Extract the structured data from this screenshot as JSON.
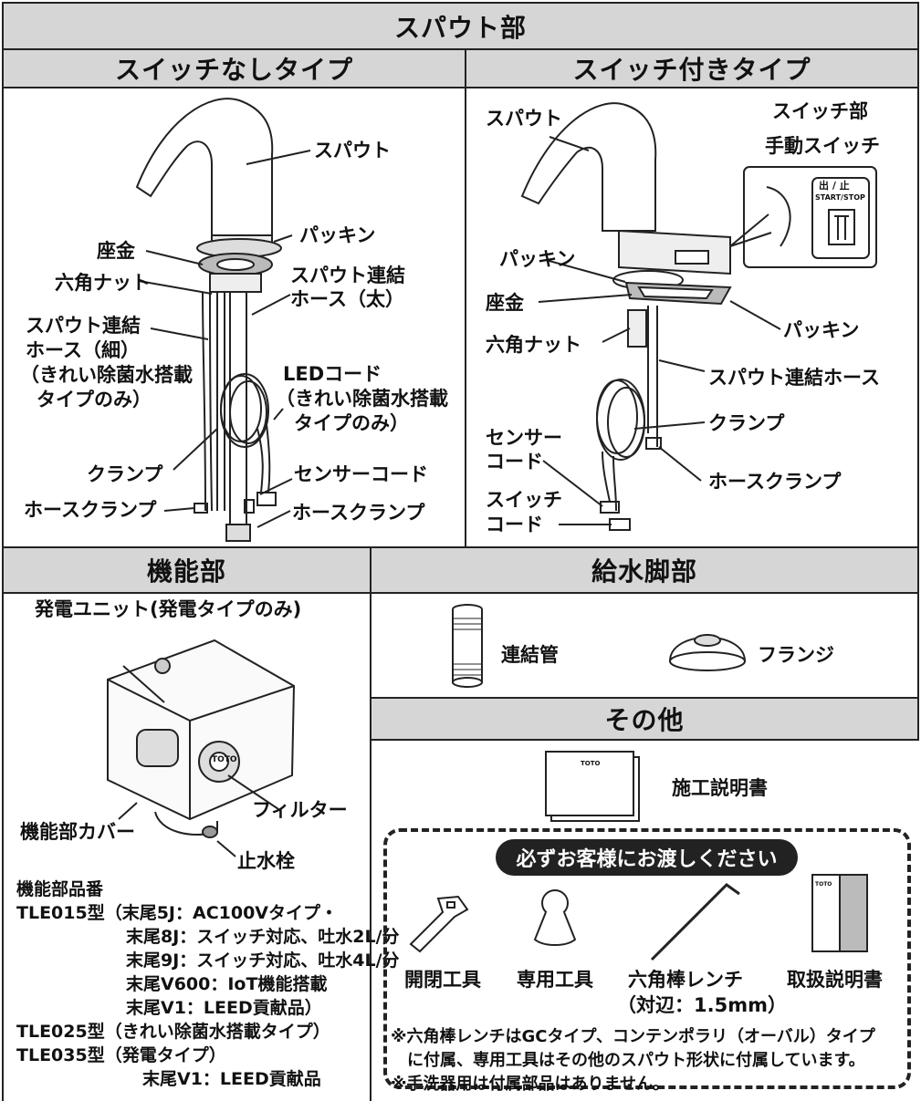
{
  "headers": {
    "spout": "スパウト部",
    "no_switch": "スイッチなしタイプ",
    "with_switch": "スイッチ付きタイプ",
    "function": "機能部",
    "supply": "給水脚部",
    "other": "その他"
  },
  "no_switch_labels": {
    "spout": "スパウト",
    "packing": "パッキン",
    "washer": "座金",
    "hex_nut": "六角ナット",
    "hose_thick_1": "スパウト連結",
    "hose_thick_2": "ホース（太）",
    "hose_thin_1": "スパウト連結",
    "hose_thin_2": "ホース（細）",
    "hose_thin_3": "（きれい除菌水搭載",
    "hose_thin_4": "タイプのみ）",
    "led_1": "LEDコード",
    "led_2": "（きれい除菌水搭載",
    "led_3": "タイプのみ）",
    "clamp": "クランプ",
    "sensor_cord": "センサーコード",
    "hose_clamp_left": "ホースクランプ",
    "hose_clamp_right": "ホースクランプ"
  },
  "with_switch_labels": {
    "spout": "スパウト",
    "switch_part": "スイッチ部",
    "manual_switch": "手動スイッチ",
    "switch_text_1": "出 / 止",
    "switch_text_2": "START/STOP",
    "packing_top": "パッキン",
    "washer": "座金",
    "packing_bottom": "パッキン",
    "hex_nut": "六角ナット",
    "hose": "スパウト連結ホース",
    "clamp": "クランプ",
    "sensor_1": "センサー",
    "sensor_2": "コード",
    "hose_clamp": "ホースクランプ",
    "switch_cord_1": "スイッチ",
    "switch_cord_2": "コード"
  },
  "function_labels": {
    "generator": "発電ユニット(発電タイプのみ)",
    "cover": "機能部カバー",
    "filter": "フィルター",
    "stop_valve": "止水栓",
    "brand_mark": "TOTO",
    "parts_title": "機能部品番",
    "line1": "TLE015型（末尾5J：AC100Vタイプ・",
    "line2": "末尾8J：スイッチ対応、吐水2L/分",
    "line3": "末尾9J：スイッチ対応、吐水4L/分",
    "line4": "末尾V600：IoT機能搭載",
    "line5": "末尾V1：LEED貢献品）",
    "line6": "TLE025型（きれい除菌水搭載タイプ）",
    "line7": "TLE035型（発電タイプ）",
    "line8": "末尾V1：LEED貢献品"
  },
  "supply_labels": {
    "pipe": "連結管",
    "flange": "フランジ"
  },
  "other_labels": {
    "manual_install": "施工説明書",
    "book_logo": "TOTO",
    "hand_over": "必ずお客様にお渡しください",
    "tool_open": "開閉工具",
    "tool_special": "専用工具",
    "hex_wrench": "六角棒レンチ",
    "hex_size": "（対辺：1.5mm）",
    "user_manual": "取扱説明書",
    "note1": "※六角棒レンチはGCタイプ、コンテンポラリ（オーバル）タイプ",
    "note2": "に付属、専用工具はその他のスパウト形状に付属しています。",
    "note3": "※手洗器用は付属部品はありません。"
  }
}
